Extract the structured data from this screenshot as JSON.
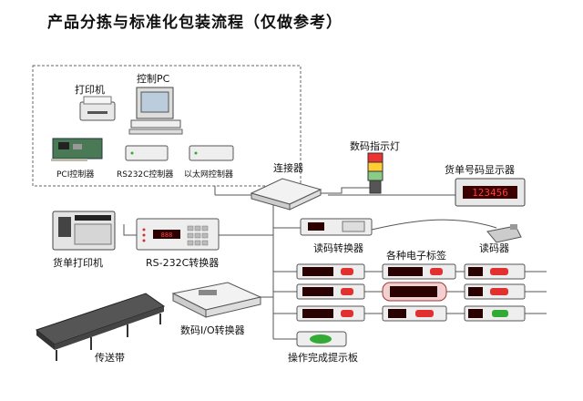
{
  "title": "产品分拣与标准化包装流程（仅做参考）",
  "labels": {
    "printer": "打印机",
    "control_pc": "控制PC",
    "pci_controller": "PCI控制器",
    "rs232c_controller": "RS232C控制器",
    "ethernet_controller": "以太网控制器",
    "connector": "连接器",
    "digital_indicator_light": "数码指示灯",
    "invoice_display": "货单号码显示器",
    "invoice_printer": "货单打印机",
    "rs232c_converter": "RS-232C转换器",
    "reader_converter": "读码转换器",
    "barcode_reader": "读码器",
    "electronic_tags": "各种电子标签",
    "io_converter": "数码I/O转换器",
    "conveyor": "传送带",
    "completion_board": "操作完成提示板"
  },
  "displays": {
    "invoice_number": "123456"
  }
}
